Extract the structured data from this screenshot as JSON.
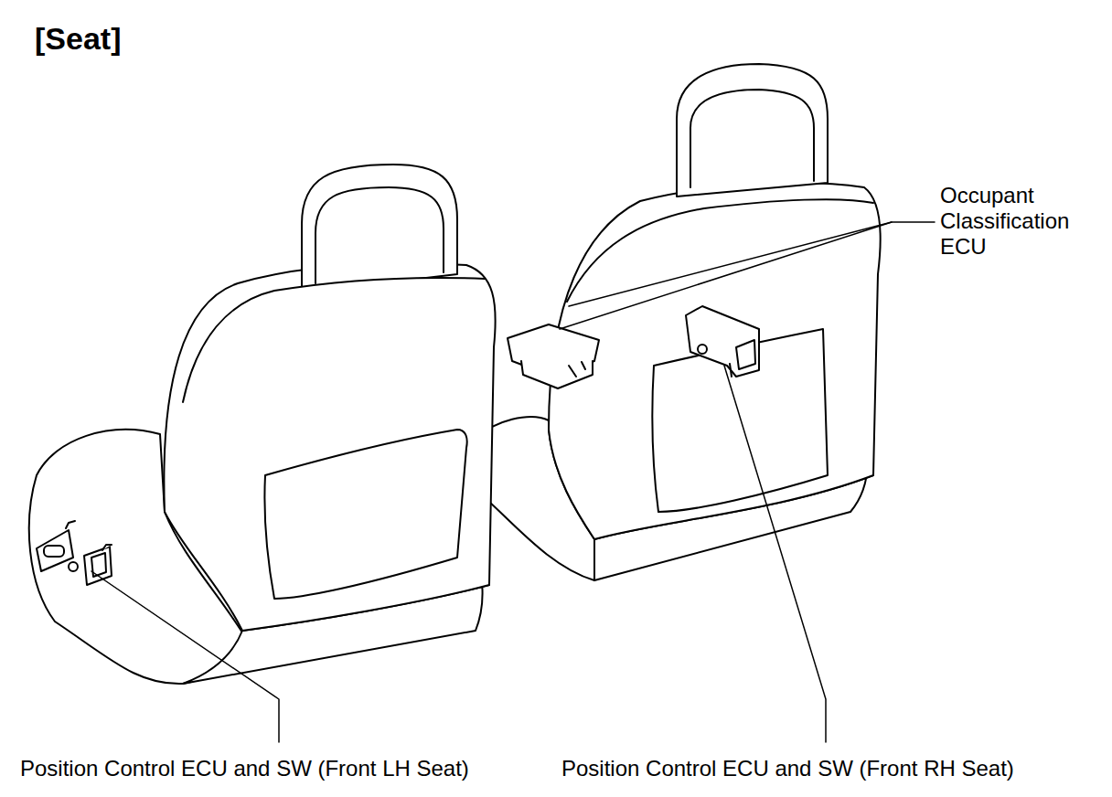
{
  "diagram": {
    "title": "[Seat]",
    "labels": [
      "Occupant Classification ECU",
      "Position Control ECU and SW (Front LH Seat)",
      "Position Control ECU and SW (Front RH Seat)"
    ]
  }
}
